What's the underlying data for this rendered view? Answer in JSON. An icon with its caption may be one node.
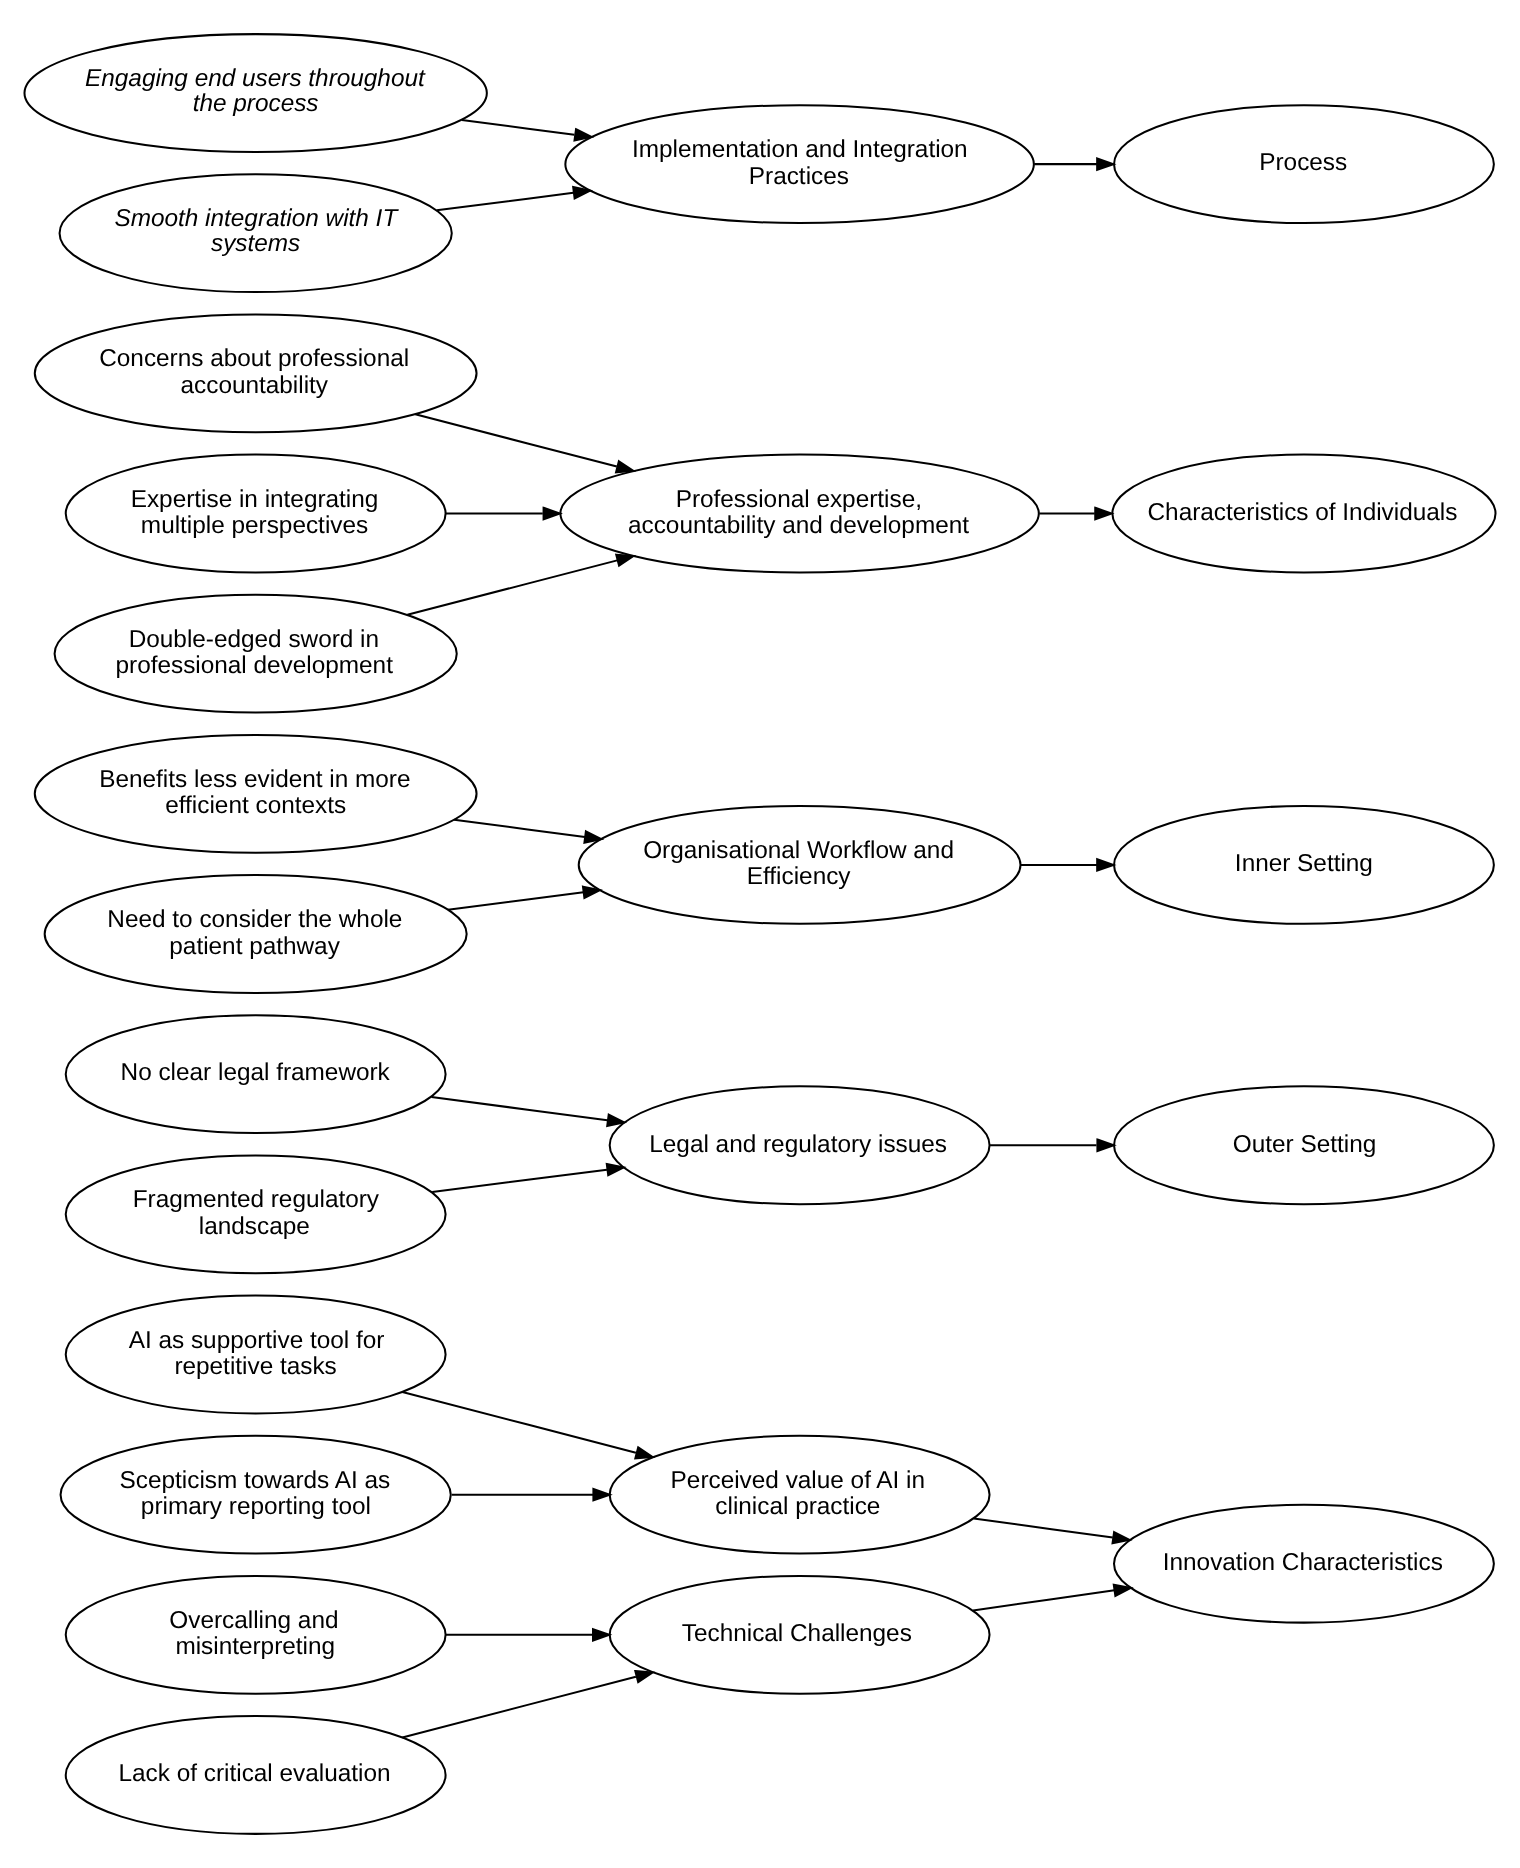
{
  "diagram": {
    "nodes": [
      {
        "text": [
          "AI as supportive tool for repetitive tasks"
        ]
      },
      {
        "text": [
          "Scepticism towards AI as primary reporting tool"
        ]
      },
      {
        "text": [
          "Perceived value of AI in clinical practice"
        ]
      },
      {
        "text": [
          "Overcalling and misinterpreting"
        ]
      },
      {
        "text": [
          "Lack of critical evaluation"
        ]
      },
      {
        "text": [
          "Technical Challenges"
        ]
      },
      {
        "text": [
          "Innovation Characteristics"
        ]
      },
      {
        "text": [
          "No clear legal framework"
        ]
      },
      {
        "text": [
          "Fragmented regulatory landscape"
        ]
      },
      {
        "text": [
          "Legal and regulatory issues"
        ]
      },
      {
        "text": [
          "Outer Setting"
        ]
      },
      {
        "text": [
          "Benefits less evident in more efficient contexts"
        ]
      },
      {
        "text": [
          "Need to consider the whole patient pathway"
        ]
      },
      {
        "text": [
          "Organisational Workflow and Efficiency"
        ]
      },
      {
        "text": [
          "Inner Setting"
        ]
      },
      {
        "text": [
          "Concerns about professional accountability"
        ]
      },
      {
        "text": [
          "Expertise in integrating multiple perspectives"
        ]
      },
      {
        "text": [
          "Double-edged sword in professional development"
        ]
      },
      {
        "text": [
          "Professional expertise, accountability and development"
        ]
      },
      {
        "text": [
          "Characteristics of Individuals"
        ]
      },
      {
        "text": [
          "Engaging end users throughout the process"
        ]
      },
      {
        "text": [
          "Smooth integration with IT systems"
        ]
      },
      {
        "text": [
          "Implementation and Integration Practices"
        ]
      },
      {
        "text": [
          "Process"
        ]
      }
    ],
    "edges": [
      {
        "from": 0,
        "to": 2,
        "arrow": "to"
      },
      {
        "from": 1,
        "to": 2,
        "arrow": "to"
      },
      {
        "from": 3,
        "to": 5,
        "arrow": "to"
      },
      {
        "from": 4,
        "to": 5,
        "arrow": "to"
      },
      {
        "from": 2,
        "to": 6,
        "arrow": "to"
      },
      {
        "from": 5,
        "to": 6,
        "arrow": "to"
      },
      {
        "from": 7,
        "to": 9,
        "arrow": "to"
      },
      {
        "from": 8,
        "to": 9,
        "arrow": "to"
      },
      {
        "from": 9,
        "to": 10,
        "arrow": "to"
      },
      {
        "from": 11,
        "to": 13,
        "arrow": "to"
      },
      {
        "from": 12,
        "to": 13,
        "arrow": "to"
      },
      {
        "from": 13,
        "to": 14,
        "arrow": "to"
      },
      {
        "from": 15,
        "to": 18,
        "arrow": "to"
      },
      {
        "from": 16,
        "to": 18,
        "arrow": "to"
      },
      {
        "from": 17,
        "to": 18,
        "arrow": "to"
      },
      {
        "from": 18,
        "to": 19,
        "arrow": "to"
      },
      {
        "from": 20,
        "to": 22,
        "arrow": "to"
      },
      {
        "from": 21,
        "to": 22,
        "arrow": "to"
      },
      {
        "from": 22,
        "to": 23,
        "arrow": "to"
      }
    ]
  }
}
